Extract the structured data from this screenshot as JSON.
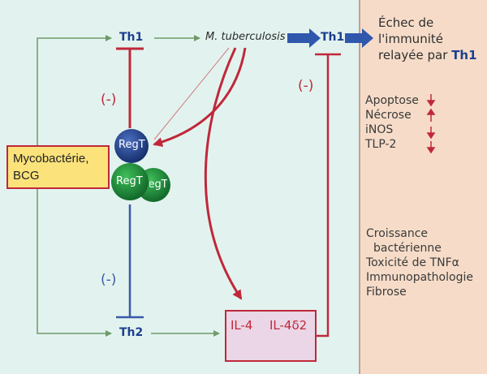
{
  "nodes": {
    "th1_left": "Th1",
    "mtb": "M. tuberculosis",
    "th1_right": "Th1",
    "th2": "Th2",
    "regt_top": "RegT",
    "regt_mid": "RegT",
    "regt_back": "RegT",
    "myco_line1": "Mycobactérie,",
    "myco_line2": "BCG",
    "il4": "IL-4",
    "il4d2": "IL-4δ2"
  },
  "inhibition_labels": {
    "top": "(-)",
    "bottom": "(-)",
    "right": "(-)"
  },
  "panel": {
    "title_line1": "Échec de",
    "title_line2": "l'immunité",
    "title_line3": "relayée par",
    "title_th1": "Th1",
    "markers": [
      {
        "label": "Apoptose",
        "direction": "down"
      },
      {
        "label": "Nécrose",
        "direction": "up"
      },
      {
        "label": "iNOS",
        "direction": "down"
      },
      {
        "label": "TLP-2",
        "direction": "down"
      }
    ],
    "outcomes": [
      "Croissance",
      "bactérienne",
      "Toxicité de TNFα",
      "Immunopathologie",
      "Fibrose"
    ]
  },
  "colors": {
    "background": "#e2f3ef",
    "red": "#c0283a",
    "blue": "#1d3f8f",
    "green_arrow": "#6f9a6a",
    "yellow_box": "#fbe27a",
    "panel": "#f6dcc8",
    "regt_blue": "#1f3d86",
    "regt_green": "#1f8a3a"
  }
}
